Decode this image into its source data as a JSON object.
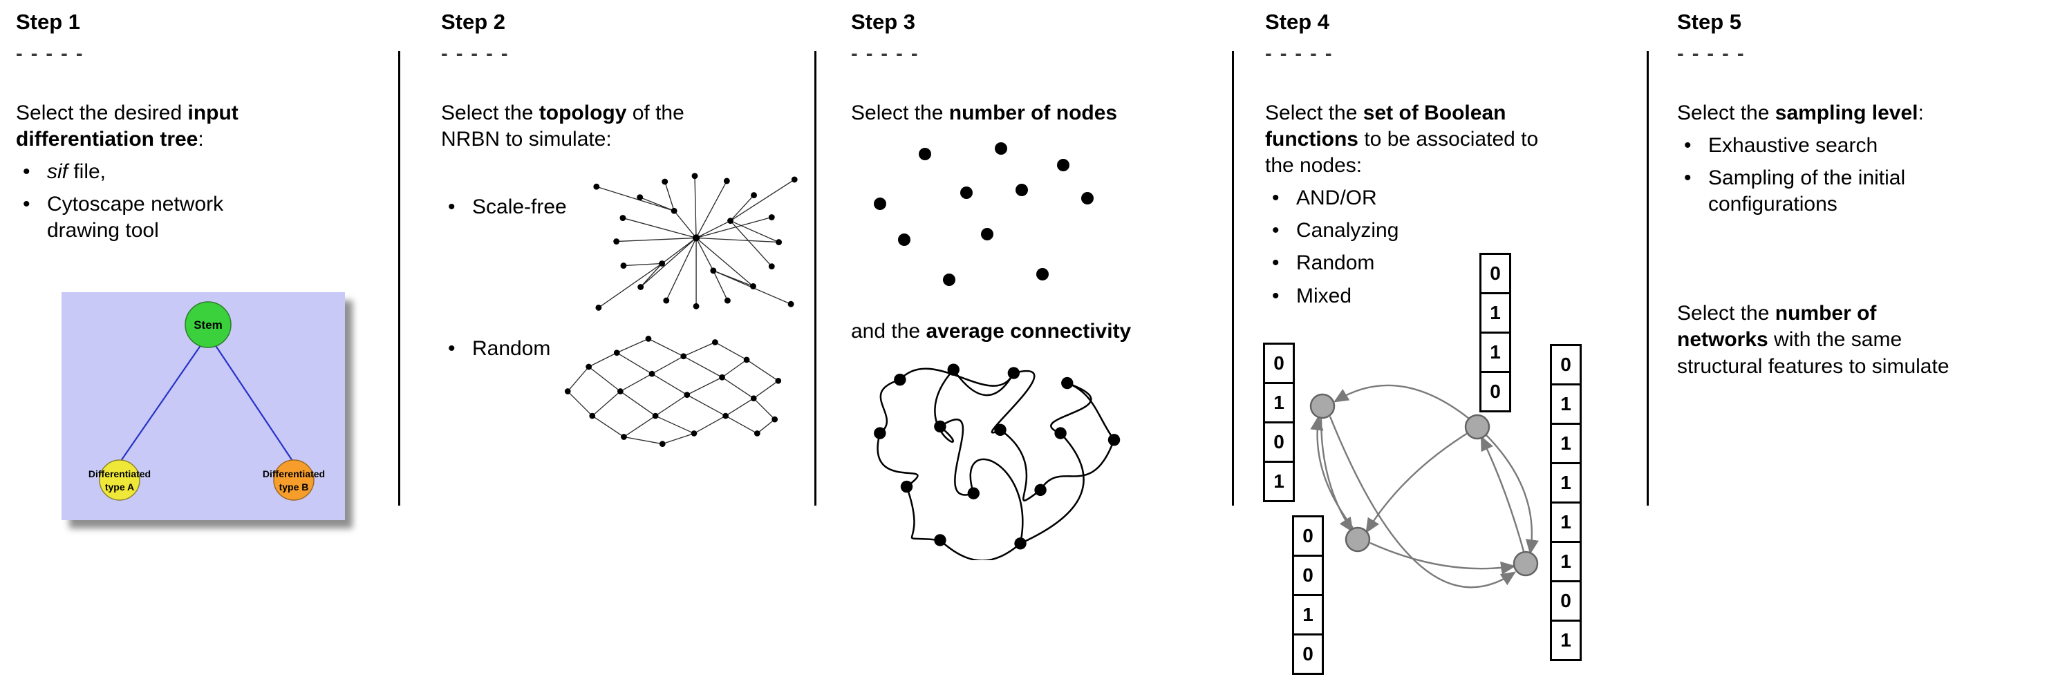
{
  "bullet_char": "•",
  "steps": [
    {
      "title": "Step 1",
      "dashes": "- - - - -",
      "intro": [
        "Select the desired ",
        "input",
        "differentiation tree",
        ":"
      ],
      "bullets": [
        [
          "sif",
          " file,"
        ],
        [
          "Cytoscape network",
          "drawing tool"
        ]
      ],
      "tree": {
        "stem_label": "Stem",
        "left_label_line1": "Differentiated",
        "left_label_line2": "type A",
        "right_label_line1": "Differentiated",
        "right_label_line2": "type B",
        "panel_bg": "#c9c9f7",
        "edge_color": "#2733c4",
        "stem_fill": "#3ad13c",
        "left_fill": "#efe838",
        "right_fill": "#f69d2c"
      }
    },
    {
      "title": "Step 2",
      "dashes": "- - - - -",
      "intro": [
        "Select the ",
        "topology",
        " of the",
        "NRBN to simulate:"
      ],
      "bullets": [
        "Scale-free",
        "Random"
      ]
    },
    {
      "title": "Step 3",
      "dashes": "- - - - -",
      "line1": [
        "Select the ",
        "number of nodes"
      ],
      "line2": [
        "and the ",
        "average connectivity"
      ]
    },
    {
      "title": "Step 4",
      "dashes": "- - - - -",
      "intro": [
        "Select the ",
        "set of Boolean",
        "functions",
        " to be associated to",
        "the nodes:"
      ],
      "bullets": [
        "AND/OR",
        "Canalyzing",
        "Random",
        "Mixed"
      ],
      "tables": {
        "left": [
          "0",
          "1",
          "0",
          "1"
        ],
        "top": [
          "0",
          "1",
          "1",
          "0"
        ],
        "right": [
          "0",
          "1",
          "1",
          "1",
          "1",
          "1",
          "0",
          "1"
        ],
        "bottom_left": [
          "0",
          "0",
          "1",
          "0"
        ]
      },
      "node_fill": "#a9a9a9",
      "arrow_color": "#7a7a7a"
    },
    {
      "title": "Step 5",
      "dashes": "- - - - -",
      "intro": [
        "Select the ",
        "sampling level",
        ":"
      ],
      "bullets": [
        [
          "Exhaustive search"
        ],
        [
          "Sampling of the initial",
          "configurations"
        ]
      ],
      "para2": [
        "Select the ",
        "number of",
        "networks",
        " with the same",
        "structural features to simulate"
      ]
    }
  ]
}
